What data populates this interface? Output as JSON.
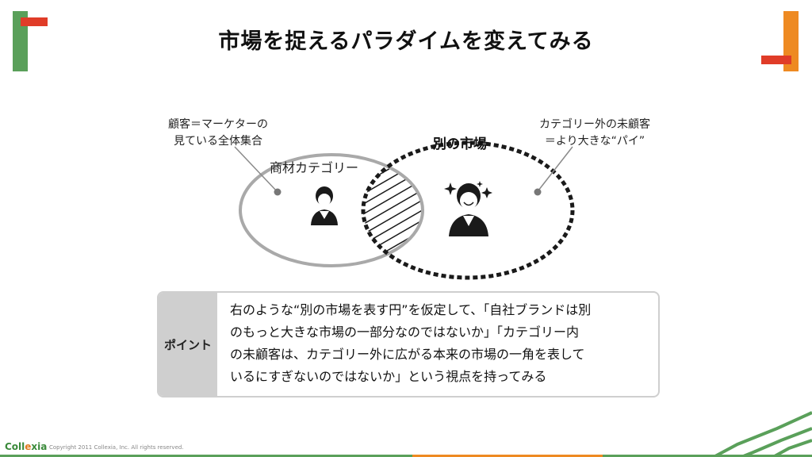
{
  "slide": {
    "title": "市場を捉えるパラダイムを変えてみる"
  },
  "diagram": {
    "annotation_left": [
      "顧客＝マーケターの",
      "見ている全体集合"
    ],
    "annotation_right": [
      "カテゴリー外の未顧客",
      "＝より大きな“パイ”"
    ],
    "set_product_label": "商材カテゴリー",
    "set_other_market_label": "別の市場"
  },
  "point": {
    "label": "ポイント",
    "lines": [
      "右のような“別の市場を表す円”を仮定して、「自社ブランドは別",
      "のもっと大きな市場の一部分なのではないか」「カテゴリー内",
      "の未顧客は、カテゴリー外に広がる本来の市場の一角を表して",
      "いるにすぎないのではないか」という視点を持ってみる"
    ]
  },
  "footer": {
    "logo_part1": "Coll",
    "logo_part2": "e",
    "logo_part3": "xia",
    "copyright": "Copyright 2011 Collexia, Inc. All rights reserved."
  },
  "colors": {
    "accent_green": "#5aa05a",
    "accent_red": "#e03c28",
    "accent_orange": "#ee8a22",
    "circle_gray": "#a9a9a9",
    "dark": "#1a1a1a"
  }
}
